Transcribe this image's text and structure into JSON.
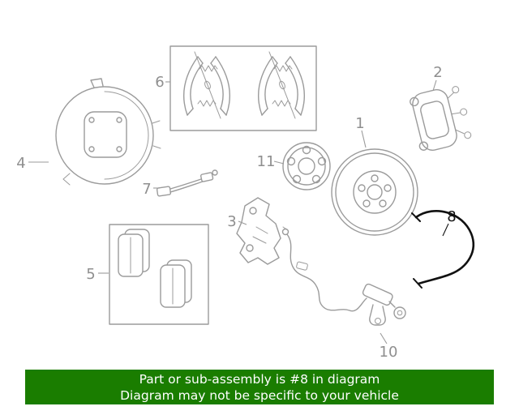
{
  "banner": {
    "line1": "Part or sub-assembly is #8 in diagram",
    "line2": "Diagram may not be specific to your vehicle"
  },
  "diagram": {
    "callouts": {
      "n1": "1",
      "n2": "2",
      "n3": "3",
      "n4": "4",
      "n5": "5",
      "n6": "6",
      "n7": "7",
      "n8": "8",
      "n10": "10",
      "n11": "11"
    }
  },
  "colors": {
    "part_line": "#9b9b9b",
    "callout_text": "#8f8f8f",
    "highlight": "#111111",
    "banner_bg": "#1a7d00",
    "banner_text": "#ffffff"
  }
}
